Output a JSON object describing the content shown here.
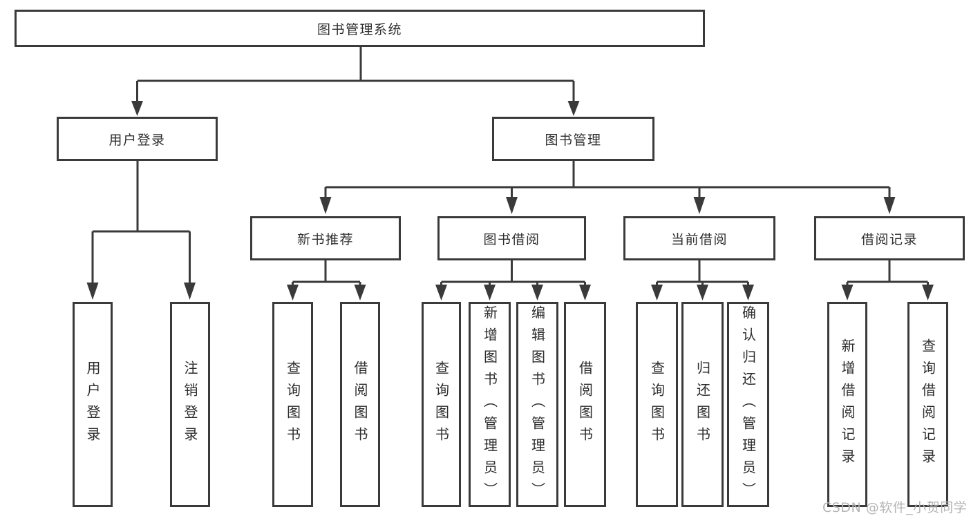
{
  "diagram": {
    "root": {
      "label": "图书管理系统"
    },
    "branches": [
      {
        "label": "用户登录",
        "children": [
          {
            "label": "用户登录"
          },
          {
            "label": "注销登录"
          }
        ]
      },
      {
        "label": "图书管理",
        "sections": [
          {
            "label": "新书推荐",
            "children": [
              {
                "label": "查询图书"
              },
              {
                "label": "借阅图书"
              }
            ]
          },
          {
            "label": "图书借阅",
            "children": [
              {
                "label": "查询图书"
              },
              {
                "label": "新增图书（管理员）"
              },
              {
                "label": "编辑图书（管理员）"
              },
              {
                "label": "借阅图书"
              }
            ]
          },
          {
            "label": "当前借阅",
            "children": [
              {
                "label": "查询图书"
              },
              {
                "label": "归还图书"
              },
              {
                "label": "确认归还（管理员）"
              }
            ]
          },
          {
            "label": "借阅记录",
            "children": [
              {
                "label": "新增借阅记录"
              },
              {
                "label": "查询借阅记录"
              }
            ]
          }
        ]
      }
    ]
  },
  "watermark": {
    "text": "CSDN @软件_小贺同学"
  },
  "colors": {
    "line": "#3a3a3a",
    "text": "#2d2d2d",
    "watermark": "#b5b5b5",
    "background": "#ffffff"
  }
}
